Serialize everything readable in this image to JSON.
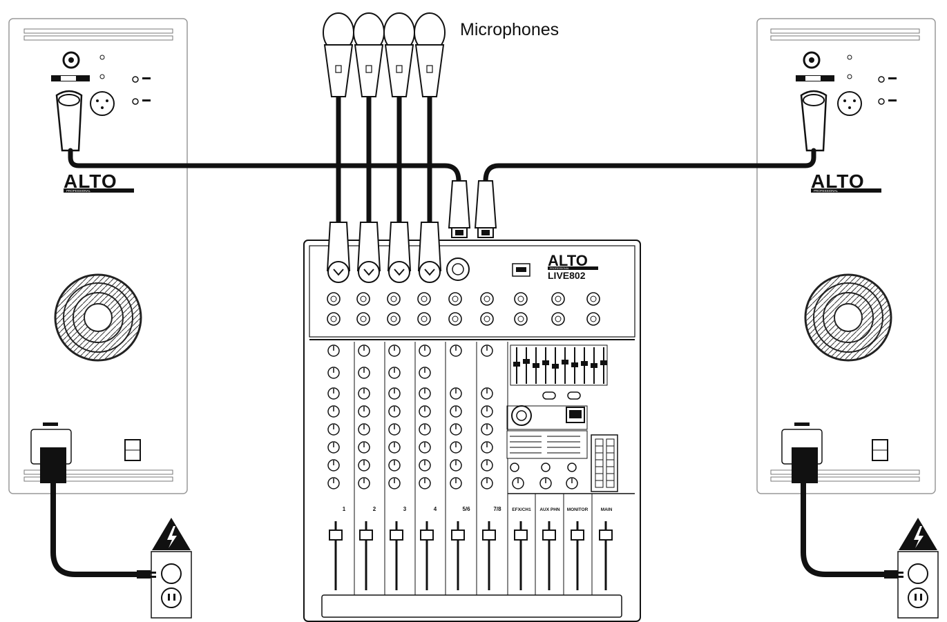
{
  "diagram": {
    "microphones_label": "Microphones",
    "left_speaker": {
      "brand": "ALTO",
      "brand_sub": "PROFESSIONAL"
    },
    "right_speaker": {
      "brand": "ALTO",
      "brand_sub": "PROFESSIONAL"
    },
    "mixer": {
      "brand": "ALTO",
      "brand_sub": "PROFESSIONAL",
      "model": "LIVE802",
      "channel_numbers": [
        "1",
        "2",
        "3",
        "4",
        "5/6",
        "7/8"
      ],
      "bus_labels": [
        "EFX/CH1",
        "AUX PHN",
        "MONITOR",
        "MAIN"
      ]
    },
    "warning_icon": "high-voltage-warning-icon",
    "colors": {
      "line": "#111111",
      "background": "#ffffff"
    }
  }
}
